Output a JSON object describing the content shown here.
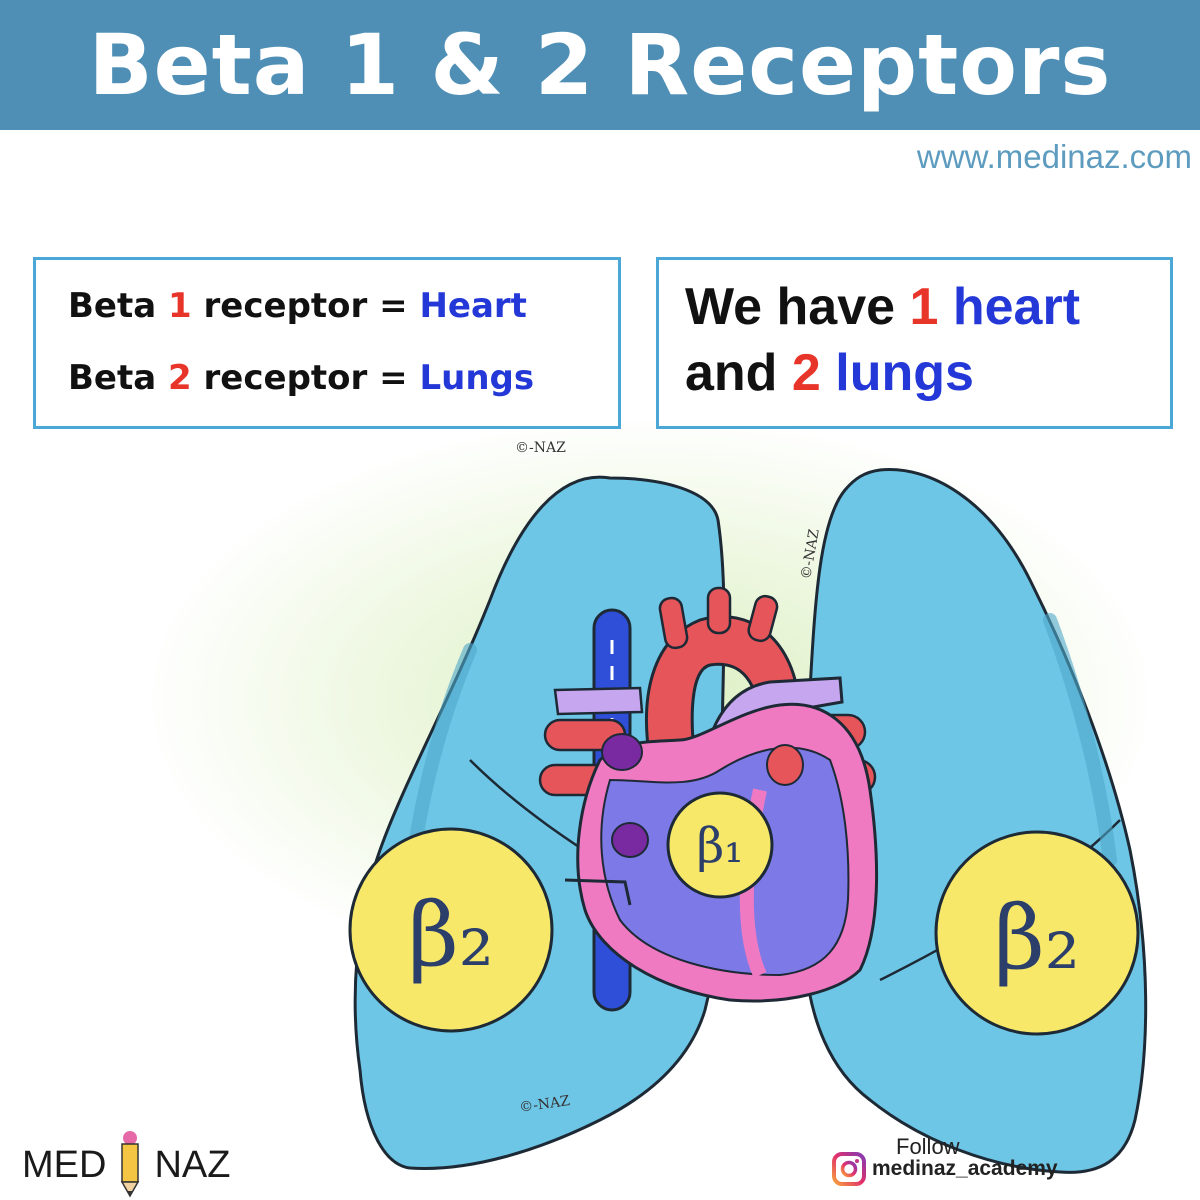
{
  "header": {
    "title": "Beta 1 & 2 Receptors"
  },
  "website": "www.medinaz.com",
  "left_box": {
    "line1": {
      "prefix": "Beta ",
      "number": "1",
      "middle": " receptor = ",
      "organ": "Heart"
    },
    "line2": {
      "prefix": "Beta ",
      "number": "2",
      "middle": " receptor = ",
      "organ": "Lungs"
    }
  },
  "right_box": {
    "line1": {
      "prefix": "We have ",
      "number": "1",
      "organ": " heart"
    },
    "line2": {
      "prefix": "and ",
      "number": "2",
      "organ": " lungs"
    }
  },
  "diagram": {
    "beta1_label": "β₁",
    "beta2_left_label": "β₂",
    "beta2_right_label": "β₂",
    "watermark": "©-NAZ"
  },
  "brand": {
    "left": "MED",
    "right": "NAZ"
  },
  "social": {
    "follow": "Follow",
    "handle": "medinaz_academy",
    "icon": "instagram-icon"
  },
  "colors": {
    "banner": "#4f8fb5",
    "box_border": "#4aa7d6",
    "number_red": "#e8352a",
    "organ_blue": "#2438d8",
    "lung": "#6ec6e6",
    "receptor_yellow": "#f7e86a"
  }
}
